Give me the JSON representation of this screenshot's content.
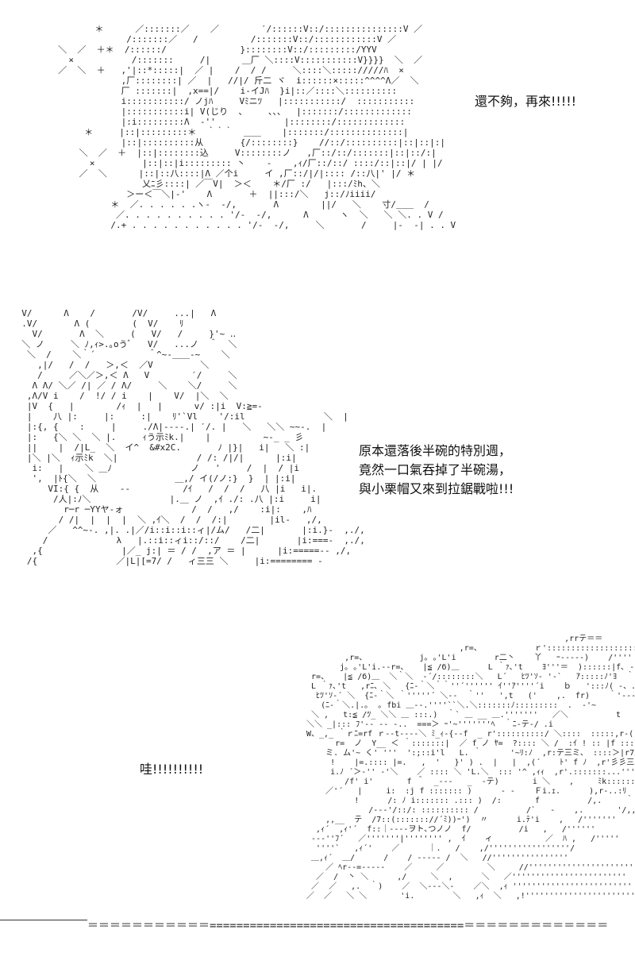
{
  "captions": {
    "top": "還不夠，再來!!!!!",
    "middle": "原本還落後半碗的特別週，\n竟然一口氣吞掉了半碗湯，\n與小栗帽又來到拉鋸戰啦!!!",
    "bottom": "哇!!!!!!!!!!"
  },
  "art": {
    "panel1": "            ＊      ／:::::::／    ／        ′/::::::V::/:::::::::::::::V ／\n                  /:::::::／   /          /:::::::V::/::::::::::::V ／\n     ＼  ／  ＋＊  /::::::/              }::::::::V::/:::::::::/YYV\n       ×           /:::::::     /|      ＿厂 ＼::::V:::::::::::V}}}}  ＼  ／\n     ／  ＼  ＋   ,'|::*:::::|  ／ |    /  / /     ＼::::＼::::://///ﾊ  ×\n                 ,厂::::::::| ／  |   //|/ 斤二 ヾ  i::::::×:::::^^^^Λ／  ＼\n                 厂 :::::::|  ,x==|/    i‐イJﾊ  }i|::／::::＼::::::::::\n                 i:::::::::::/ ノjﾊ     Vﾐニﾂ   |:::::::::::/  :::::::::::\n                 |:::::::::::i| V(じり  、    、、、  |:::::::/:::::::::::::\n                 |:i:::::::::Λ  ‐''             |::::::::/:::::::::::::\n          ＊     |::|:::::::::＊  ｀｀｀  ＿＿    |:::::::/::::::::::::::|\n                 |::|::::::::::从       {/::::::::}    //::/::::::::::|::|::|:|\n         ＼  ／  ＋  |::|::::::::込     V::::::::ノ   ,厂::/::/:::::::|::|::/:|\n           ×         |::|::|i::::::::: 丶    ‐    ,ｨ/厂::/::/ ::::/::|::|/ | |/\n         ／  ＼      |::|::八::::|Λ ／个i     イ ,厂::/|/|:::: /::八|' |/ ＊\n                     乂ﾆ彡::::| ／￣V|  ＞＜    ＊/厂 :/   |:::/ﾐh、＼\n                  ＞ー＜￣＼|‐'    Λ       ＋  ||:::/＼   j::/ﾉiiii/\n               ＊  ／. . . . . .ヽ-  ‐/,       Λ        ||/   ＼    寸/＿＿  /\n                ／. . . . . . . . . . '/‐  ‐/,      Λ      ヽ  ＼   ＼ ＼. . V /\n               /.+ . . . . . . . . . . . '/‐  ‐/,     ＼       /     |‐  ‐| . . V",
    "panel2": "  V/      Λ    /       /V/     ...|   Λ\n  .V/       Λ (        (  V/    ﾘ\n    V/       Λ  ＼     (   V/   /     }'~ ‥\n  ＼ ノ     ＼ ﾉ,ｨ>.｡oうﾞ   V/   ...ノ  ＾  ＼\n   ＼  /    ＼｀´          ＾^~‐＿＿‐~    ＼\n     ,|/   /  /   ＞,＜  ／V         ＼\n     /     ／＼／＞,＜ Λ   V        ′/     ＼\n    Λ Λ/ ＼／ /| ／ / Λ/     ＼    ＼/     ＼\n   ,Λ/V i    /  !/ / i    |    V/  |＼  ＼\n   |V  {   |        /ｨ  |   |      v/ :|i  V:≧=‐\n   |    八 |:     |:     :|    ﾘ'`Vl    '/:il               ＼  |\n   |:{, {    :     |     ./Λ|‐‐‐‐.| ′/. |   ＼   ＼＼ ~~‐.  |\n   |:   {＼ ＼  ＼ |.     ｨう示ﾐk.|    |          ~‐_ _ 彡\n   ||    |  /|L_  ＼  イ^  &#x2C.       ﾉ |}|   i|   ＼ :|\n   |＼ |＼  ｨ示ﾐk  ＼|               / /: /|/|      |:i|\n    i:   |    ＼ ＿ﾉ               ノ   '     /  |  / |i\n    ',  |ﾄ{＼  ＼               ＿,/ イ(/ノ:}  }  | |:i|\n       VI:{ {  从    ‐‐          /ｲ   /  /  /   八 |i   i|.\n        /人|:ﾉ＼               |.＿ ノ  ,ｲ ./: .八 |:i     i|\n          r─r ─YYヤ‐ォ             /  /   ,/    :i|:    ,ﾊ\n         / /|  |  |  |  ＼ ,ｲ＼  /  /  /:|        |il‐   ,/,\n       ／   ^^~‐. ,|. .|／/i::i::i::ィ|/ム/   /二|       |:i.}‐  ,./,\n      /             λ   |.::i::ィi::/::/    /二|       |i:===‐  ,./,\n    ,{               |／_ j:| ＝ / /  ,ア ＝ |      |i:=====-- ,/,\n   /{               ／|L|[=7/ /   ィ三三 ＼     |i:======== -",
    "panel3": "                                                       ,rrテ＝＝\n                                 ,r=、           ｒ'::::::::::::::::::::::＼   (〃彡三ミ\n         ,r=、           j｡ ｡'L'i        r二丶    丫   ｰ‐‐---)    /''''    i\n        j｡ ｡'L'i.‐‐r=、   |≦ /б)＿      L ｀ｧ､'t    ﾖ'''＝  )::::::|f､ ‐‐､ (\n  r=、   |≦ /б)＿  ＼｀＼  ‐´/::::::::＼   L´   ﾋﾂ'ｿ‐ '‐`   ｱ:::::ﾉ'ﾖ  ｀'＝\n  L ｀ｧ､'t   ,rﾆ､ ＼   {ﾆ‐｀＼｀｀''´'''''' ｲ''ｱ''''´i    ｂ   ':::ﾉ( ‐、.'~\n   ﾋﾂ'ｿ‐´ ＼  {ﾆ‐｀＼ ｀'''''´ ＼‐‐  ｀''   ',t   ('    ,.  fr)    ｀'‐‐‐‐‐ｲ‐‐‐‐!｀ｨ‐‐‐‐.\n    (ﾆ‐｀＼.|.｡  ｡ fbi ＿‐‐.''''``＼.＼:::::::ﾉ:::::::::  .  ‐'~          ‐ ¨,\n  ＼ ,   t:≦ /ﾂ_ ＼＼ ＿ :::.)  ｀` ＿ __ ＿.'''''''   ／＼          t   ｀ｴ ¨\n ＼＼ _|::: ﾌ'‐‐ ‐‐ ‐..  ===＞ ｰ'~'''''''ﾍ  ｀ﾆ‐テ‐/ .i\n W、_,_ ｀ｒﾆ=rf ｒ‐‐t‐‐‐‐＼ ﾐ_ｨ‐{‐‐f  _ r'::::::::::/ ＼::::  :::::,r‐(:::::)\n       r=  ノ  Y__ ＜ ｀:::::::|  ／ f ノ ﾔ=  ?:::: ＼ /  :ｲ ! :: |f :::::＼ f:‐‐テ\n     ミ. ム'~ く' '''  ':;::i'l   L. ｀      '~ﾘ:ﾉ  ,r:テ三ミ、 ::::＞|r7/‐‐‐\n      !    |=.:::: |=.   ,  '   }' ) .  |   |  ,(´    ﾄ' f ﾉ  ,r'彡彡三ミ、  /::/\n      i.ﾉ ´＞‐'' ‐'＼    ／ :::: ＼ 'L.＼  ::: '^ ,ｨｨ  ,r'.:::::::...''''  ｀ifrﾐﾂﾍ, //\n         /f' i'       f ＾  _‐‐‐   _  ‐テ)       i ＼    ,     ﾐk:::::::::i/\n     ／'´   |     i:  :j f ::::::: )      ‐ ‐    Ｆi.ｪ.      ),r‐..:ﾘ\n           !      /: ﾉ i::::::: .::: )  /:       f          /,.     ｀ fっ)/::.\n              /‐‐‐'/::/: :::::::::: /          /`   ‐    ,.       '/,,,,,,,\n     ,,__  テ  /7::(::::::://´ﾐ))ｰ')  〃      i.ﾃ'i    ,   /'''''''\n   ,ｨ´  ,ｨ'´  f::｜‐‐‐‐ヲト､つノノ  f/          /i   ,   /''''''\n  ‐‐‐''ﾌ´   ／'''''''|'''''''' ,  ｲ    ィ           ／  ﾊ ,   /'''''\n   ''''`   ,ｨ´'    ／      ｜.   /    ,/'''''''''''''''''/\n  ＿,ｨ´  ＿/      /    / ‐‐‐‐‐ /  ＼   //''''''''''''''''\n     ／ ﾍr‐‐=‐‐‐‐‐    ／     ／         ＼     //''''''''''''''''''''''\n   ／  /  丶 ＼      ,/     ＼  ,      ＼   ／''''''''''''''''''''''''\n  ／  ／   ,.  ｀)    ／  ＼‐‐‐＼‐    ／＼  ,ｨ '''''''''''''''''''''''''\n ／  ／   ＼ ＼       'i.        ＼   ,ｨ  ＼   ,!''''''''''''''''''''''''\n",
    "bottom_equals": "＝＝＝＝＝＝＝＝＝＝＝======================================＝＝＝＝＝＝＝＝＝＝＝＝＝"
  }
}
